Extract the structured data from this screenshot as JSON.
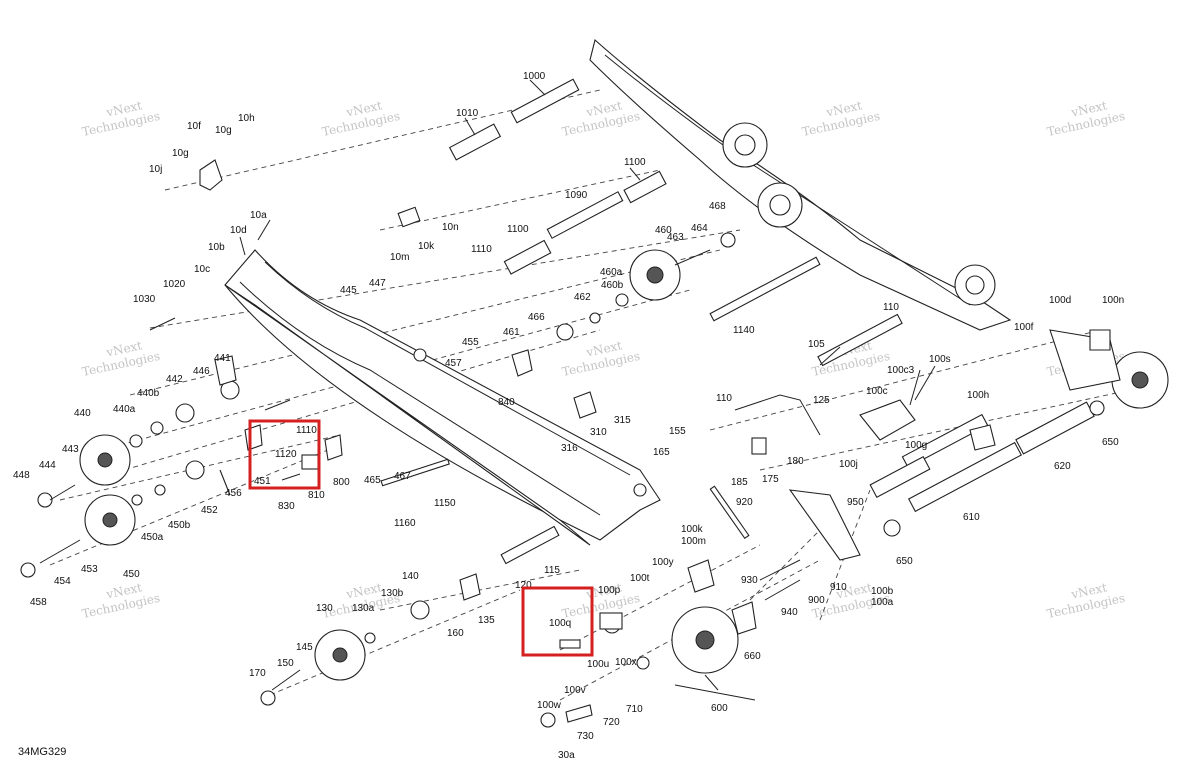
{
  "drawing_code": "34MG329",
  "watermark_text": [
    "vNext",
    "Technologies"
  ],
  "highlight_color": "#d61f1f",
  "part_labels": [
    {
      "id": "1000"
    },
    {
      "id": "1010"
    },
    {
      "id": "1100"
    },
    {
      "id": "1090"
    },
    {
      "id": "1100"
    },
    {
      "id": "1110"
    },
    {
      "id": "10h"
    },
    {
      "id": "10f"
    },
    {
      "id": "10g"
    },
    {
      "id": "10g"
    },
    {
      "id": "10j"
    },
    {
      "id": "10n"
    },
    {
      "id": "10k"
    },
    {
      "id": "10m"
    },
    {
      "id": "10a"
    },
    {
      "id": "10d"
    },
    {
      "id": "10b"
    },
    {
      "id": "10c"
    },
    {
      "id": "1020"
    },
    {
      "id": "1030"
    },
    {
      "id": "460"
    },
    {
      "id": "463"
    },
    {
      "id": "464"
    },
    {
      "id": "468"
    },
    {
      "id": "460b"
    },
    {
      "id": "460a"
    },
    {
      "id": "462"
    },
    {
      "id": "466"
    },
    {
      "id": "461"
    },
    {
      "id": "445"
    },
    {
      "id": "447"
    },
    {
      "id": "455"
    },
    {
      "id": "457"
    },
    {
      "id": "840"
    },
    {
      "id": "1140"
    },
    {
      "id": "441"
    },
    {
      "id": "442"
    },
    {
      "id": "446"
    },
    {
      "id": "440b"
    },
    {
      "id": "440a"
    },
    {
      "id": "440"
    },
    {
      "id": "443"
    },
    {
      "id": "444"
    },
    {
      "id": "448"
    },
    {
      "id": "1110"
    },
    {
      "id": "1120"
    },
    {
      "id": "451"
    },
    {
      "id": "830"
    },
    {
      "id": "810"
    },
    {
      "id": "800"
    },
    {
      "id": "456"
    },
    {
      "id": "452"
    },
    {
      "id": "450b"
    },
    {
      "id": "450a"
    },
    {
      "id": "450"
    },
    {
      "id": "453"
    },
    {
      "id": "454"
    },
    {
      "id": "458"
    },
    {
      "id": "465"
    },
    {
      "id": "467"
    },
    {
      "id": "1160"
    },
    {
      "id": "1150"
    },
    {
      "id": "310"
    },
    {
      "id": "316"
    },
    {
      "id": "315"
    },
    {
      "id": "110"
    },
    {
      "id": "105"
    },
    {
      "id": "100c3"
    },
    {
      "id": "100s"
    },
    {
      "id": "100c"
    },
    {
      "id": "100h"
    },
    {
      "id": "100g"
    },
    {
      "id": "100j"
    },
    {
      "id": "100d"
    },
    {
      "id": "100n"
    },
    {
      "id": "100f"
    },
    {
      "id": "650"
    },
    {
      "id": "620"
    },
    {
      "id": "610"
    },
    {
      "id": "650"
    },
    {
      "id": "125"
    },
    {
      "id": "110"
    },
    {
      "id": "155"
    },
    {
      "id": "165"
    },
    {
      "id": "185"
    },
    {
      "id": "175"
    },
    {
      "id": "180"
    },
    {
      "id": "920"
    },
    {
      "id": "950"
    },
    {
      "id": "930"
    },
    {
      "id": "900"
    },
    {
      "id": "910"
    },
    {
      "id": "940"
    },
    {
      "id": "100b"
    },
    {
      "id": "100a"
    },
    {
      "id": "100k"
    },
    {
      "id": "100m"
    },
    {
      "id": "100y"
    },
    {
      "id": "100t"
    },
    {
      "id": "100p"
    },
    {
      "id": "100q"
    },
    {
      "id": "100x"
    },
    {
      "id": "100u"
    },
    {
      "id": "100v"
    },
    {
      "id": "100w"
    },
    {
      "id": "660"
    },
    {
      "id": "710"
    },
    {
      "id": "720"
    },
    {
      "id": "730"
    },
    {
      "id": "30a"
    },
    {
      "id": "600"
    },
    {
      "id": "120"
    },
    {
      "id": "115"
    },
    {
      "id": "140"
    },
    {
      "id": "130b"
    },
    {
      "id": "130a"
    },
    {
      "id": "130"
    },
    {
      "id": "135"
    },
    {
      "id": "160"
    },
    {
      "id": "145"
    },
    {
      "id": "150"
    },
    {
      "id": "170"
    }
  ]
}
